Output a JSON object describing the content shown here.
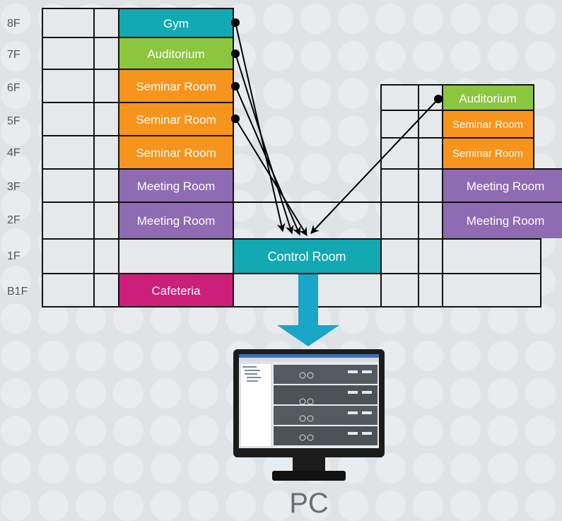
{
  "floors": [
    "8F",
    "7F",
    "6F",
    "5F",
    "4F",
    "3F",
    "2F",
    "1F",
    "B1F"
  ],
  "colors": {
    "gym": "#12a9b3",
    "auditorium": "#8cc63f",
    "seminar": "#f7941d",
    "meeting": "#8e6bb3",
    "control": "#12a9b3",
    "cafeteria": "#cc1f7a",
    "arrow_down": "#1aa6c8"
  },
  "left_building": {
    "rooms": {
      "gym": "Gym",
      "auditorium": "Auditorium",
      "seminar_6f": "Seminar Room",
      "seminar_5f": "Seminar Room",
      "seminar_4f": "Seminar Room",
      "meeting_3f": "Meeting Room",
      "meeting_2f": "Meeting Room",
      "cafeteria": "Cafeteria"
    }
  },
  "control_room": "Control Room",
  "right_building": {
    "rooms": {
      "auditorium": "Auditorium",
      "seminar_5f": "Seminar Room",
      "seminar_4f": "Seminar Room",
      "meeting_3f": "Meeting Room",
      "meeting_2f": "Meeting Room"
    }
  },
  "pc_label": "PC"
}
